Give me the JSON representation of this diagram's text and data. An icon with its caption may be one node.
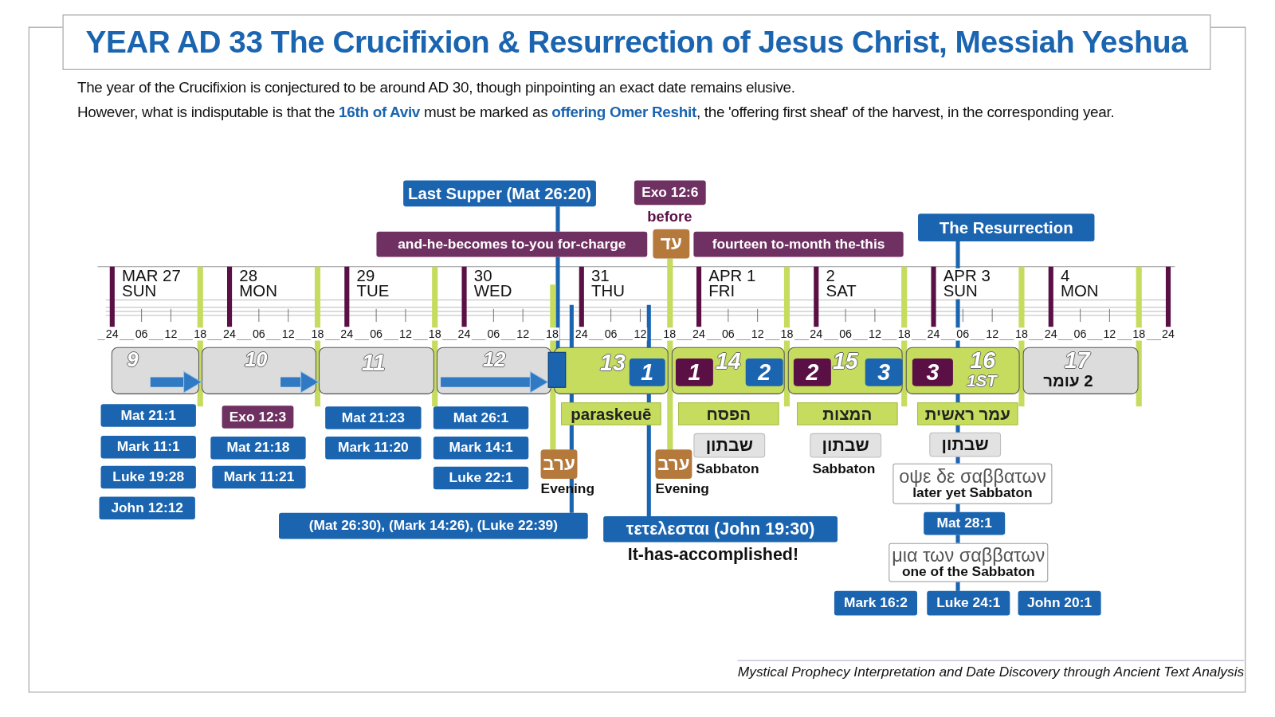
{
  "diagram": {
    "title": "YEAR AD 33 The Crucifixion & Resurrection of Jesus Christ, Messiah Yeshua",
    "caption": "Mystical Prophecy Interpretation and Date Discovery through Ancient Text Analysis",
    "nodes": [
      {
        "text": [
          "Last Supper (Mat 26:20)"
        ]
      },
      {
        "text": [
          "Exo 12:6"
        ]
      },
      {
        "text": [
          "and-he-becomes to-you for-charge"
        ]
      },
      {
        "text": [
          "עד"
        ]
      },
      {
        "text": [
          "fourteen to-month the-this"
        ]
      },
      {
        "text": [
          "The Resurrection"
        ]
      },
      {
        "text": [
          "9"
        ]
      },
      {
        "text": [
          "10"
        ]
      },
      {
        "text": [
          "11"
        ]
      },
      {
        "text": [
          "12"
        ]
      },
      {
        "text": [],
        "shape": "box"
      },
      {
        "text": [
          "13"
        ]
      },
      {
        "text": [
          "1"
        ],
        "in": 11
      },
      {
        "text": [
          "14"
        ]
      },
      {
        "text": [
          "1"
        ],
        "in": 13
      },
      {
        "text": [
          "2"
        ],
        "in": 13
      },
      {
        "text": [
          "15"
        ]
      },
      {
        "text": [
          "2"
        ],
        "in": 16
      },
      {
        "text": [
          "3"
        ],
        "in": 16
      },
      {
        "text": [
          "16",
          "1ST"
        ]
      },
      {
        "text": [
          "3"
        ],
        "in": 19
      },
      {
        "text": [
          "17",
          "2 עומר"
        ]
      },
      {
        "text": [
          "paraskeuē"
        ]
      },
      {
        "text": [
          "הפסח"
        ]
      },
      {
        "text": [
          "המצות"
        ]
      },
      {
        "text": [
          "עמר ראשית"
        ]
      },
      {
        "text": [
          "Mat 21:1"
        ]
      },
      {
        "text": [
          "Mark 11:1"
        ]
      },
      {
        "text": [
          "Luke 19:28"
        ]
      },
      {
        "text": [
          "John 12:12"
        ]
      },
      {
        "text": [
          "Exo 12:3"
        ]
      },
      {
        "text": [
          "Mat 21:18"
        ]
      },
      {
        "text": [
          "Mark 11:21"
        ]
      },
      {
        "text": [
          "Mat 21:23"
        ]
      },
      {
        "text": [
          "Mark 11:20"
        ]
      },
      {
        "text": [
          "Mat 26:1"
        ]
      },
      {
        "text": [
          "Mark 14:1"
        ]
      },
      {
        "text": [
          "Luke 22:1"
        ]
      },
      {
        "text": [
          "ערב"
        ],
        "beside": [
          "Evening"
        ]
      },
      {
        "text": [
          "שבתון"
        ],
        "beside": [
          "Sabbaton"
        ]
      },
      {
        "text": [
          "ערב"
        ],
        "beside": [
          "Evening"
        ]
      },
      {
        "text": [
          "שבתון"
        ],
        "beside": [
          "Sabbaton"
        ]
      },
      {
        "text": [
          "שבתון"
        ]
      },
      {
        "text": [
          "οψε δε σαββατων",
          "later yet Sabbaton"
        ]
      },
      {
        "text": [
          "(Mat 26:30), (Mark 14:26), (Luke 22:39)"
        ]
      },
      {
        "text": [
          "τετελεσται (John 19:30)"
        ],
        "beside": [
          "It-has-accomplished!"
        ]
      },
      {
        "text": [
          "Mat 28:1"
        ]
      },
      {
        "text": [
          "μια των σαββατων",
          "one of the Sabbaton"
        ]
      },
      {
        "text": [
          "Mark 16:2"
        ]
      },
      {
        "text": [
          "Luke 24:1"
        ]
      },
      {
        "text": [
          "John 20:1"
        ]
      }
    ],
    "edges": [
      {
        "from": 0,
        "to": 2,
        "arrow": "none"
      },
      {
        "from": 2,
        "to": 10,
        "arrow": "none"
      },
      {
        "from": null,
        "to": 44,
        "arrow": "none"
      },
      {
        "from": null,
        "to": 45,
        "arrow": "none"
      },
      {
        "from": 5,
        "to": 25,
        "arrow": "none"
      },
      {
        "from": 25,
        "to": 42,
        "arrow": "none"
      },
      {
        "from": 42,
        "to": 43,
        "arrow": "none"
      },
      {
        "from": 43,
        "to": 46,
        "arrow": "none"
      },
      {
        "from": 46,
        "to": 47,
        "arrow": "none"
      },
      {
        "from": 47,
        "to": 49,
        "arrow": "none"
      },
      {
        "from": 3,
        "to": 40,
        "arrow": "none",
        "color": "#c5dc5e"
      },
      {
        "from": null,
        "to": 38,
        "arrow": "none",
        "color": "#c5dc5e"
      },
      {
        "from": 6,
        "to": 7,
        "arrow": "to",
        "style": "thick",
        "color": "#2f7ac3"
      },
      {
        "from": 7,
        "to": 8,
        "arrow": "to",
        "style": "thick",
        "color": "#2f7ac3"
      },
      {
        "from": 9,
        "to": 10,
        "arrow": "to",
        "style": "thick",
        "color": "#2f7ac3"
      }
    ],
    "labels": [
      "The year of the Crucifixion is conjectured to be around AD 30, though pinpointing an exact date remains elusive.",
      "However, what is indisputable is that the **16th of Aviv** must be marked as **offering Omer Reshit**, the 'offering first sheaf' of the harvest, in the corresponding year.",
      "before",
      "MAR 27 SUN",
      "28 MON",
      "29 TUE",
      "30 WED",
      "31 THU",
      "APR 1 FRI",
      "2 SAT",
      "APR 3 SUN",
      "4 MON",
      "24",
      "06",
      "12",
      "18",
      "24",
      "06",
      "12",
      "18",
      "24",
      "06",
      "12",
      "18",
      "24",
      "06",
      "12",
      "18",
      "24",
      "06",
      "12",
      "18",
      "24",
      "06",
      "12",
      "18",
      "24",
      "06",
      "12",
      "18",
      "24",
      "06",
      "12",
      "18",
      "24",
      "06",
      "12",
      "18",
      "24"
    ]
  }
}
